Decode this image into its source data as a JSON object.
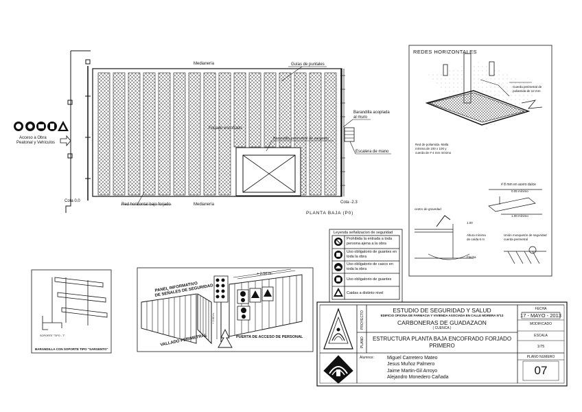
{
  "plan": {
    "mediania_top": "Medianería",
    "mediania_bottom": "Medianería",
    "guias": "Guías de puntales",
    "barandilla_acoplada_1": "Barandilla acoplada",
    "barandilla_acoplada_2": "al muro",
    "forjado": "Forjado encofrado",
    "barandilla_perimetral": "Barandilla perimetral de sargento",
    "escalera": "Escalera de mano",
    "cota_0": "Cota 0.0",
    "cota_2": "Cota -2.3",
    "red": "Red horizontal bajo forjado",
    "planta": "PLANTA BAJA (P0)",
    "acceso_1": "Acceso a Obra",
    "acceso_2": "Peatonal y Vehículos"
  },
  "redes": {
    "title": "REDES HORIZONTALES",
    "cuerda_1": "Cuerda perimetral de",
    "cuerda_2": "poliamida de 12 mm",
    "red_1": "Red de poliamida. Malla",
    "red_2": "mínima de 100 x 100 y",
    "red_3": "cuerda de # 4 mm mínimo",
    "varilla": "# 8 mm en acero dulce",
    "dim_005": "0.05 mínimo",
    "dim_100a": "1.00 mínimo",
    "centro": "centro de gravedad",
    "dim_100b": "1.00",
    "altura_1": "Altura mínima",
    "altura_2": "de caída 6 m",
    "flecha": "Flecha",
    "union_1": "Unión mosquetón de seguridad",
    "union_2": "cuerda perimetral"
  },
  "legend": {
    "title": "Leyenda señalizacion de seguridad",
    "rows": [
      {
        "icon": "no-entry-icon",
        "text": "Prohibida la entrada a toda persona ajena a la obra"
      },
      {
        "icon": "gloves-icon",
        "text": "Uso obligatorio de guantes en toda la obra"
      },
      {
        "icon": "helmet-icon",
        "text": "Uso obligatorio de casco en toda la obra"
      },
      {
        "icon": "gloves-icon",
        "text": "Uso obligatorio de guantes"
      },
      {
        "icon": "warning-icon",
        "text": "Caidas a distinto nivel"
      }
    ]
  },
  "barandilla": {
    "caption": "BARANDILLA CON SOPORTE TIPO \"SARGENTO\"",
    "soporte": "SOPORTE \"TIPO - T\""
  },
  "vallado": {
    "panel_1": "PANEL INFORMATIVO",
    "panel_2": "DE SEÑALES DE SEGURIDAD",
    "dim": "+ 2.50 m.",
    "dim_v": "+ 2.00 m.",
    "vallado": "VALLADO PERIMETRAL",
    "puerta": "PUERTA DE ACCESO DE PERSONAL"
  },
  "titleblock": {
    "proyecto_label": "PROYECTO",
    "plano_label": "PLANO",
    "title": "ESTUDIO DE SEGURIDAD Y SALUD",
    "subtitle": "EDIFICIO OFICINA DE FARMACIA Y VIVIENDA ASOCIADA EN CALLE MORERA Nº13",
    "location": "CARBONERAS DE GUADAZAON",
    "province": "( CUENCA )",
    "plano_1": "ESTRUCTURA PLANTA BAJA ENCOFRADO FORJADO",
    "plano_2": "PRIMERO",
    "alumnos_label": "Alumnos:",
    "alumnos": [
      "Miguel Carretero Mateo",
      "Jesus Muñoz Palmero",
      "Jaime Martin-Gil Arroyo",
      "Alejandro Monedero Cañada"
    ],
    "fecha_label": "FECHA",
    "fecha": "17 - MAYO - 2013",
    "modificado_label": "MODIFICADO",
    "escala_label": "ESCALA",
    "escala": "1/75",
    "plano_num_label": "PLANO NUMERO",
    "plano_num": "07"
  }
}
